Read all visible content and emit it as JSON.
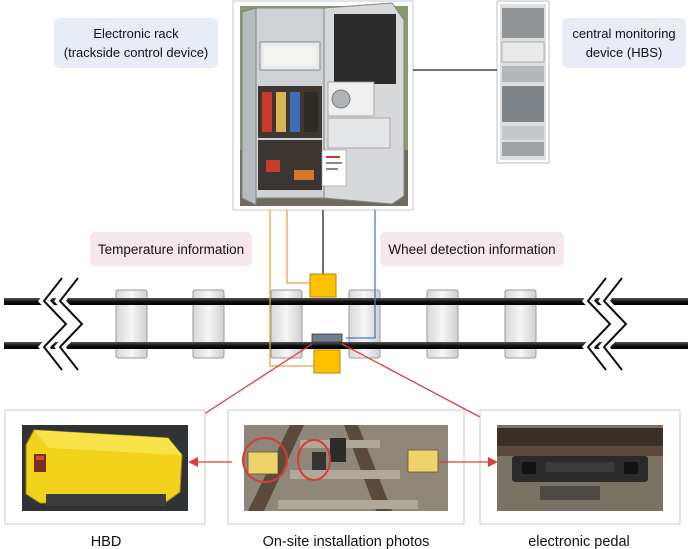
{
  "labels": {
    "electronic_rack_line1": "Electronic rack",
    "electronic_rack_line2": "(trackside control device)",
    "central_monitoring_line1": "central monitoring",
    "central_monitoring_line2": "device (HBS)",
    "temperature_information": "Temperature information",
    "wheel_detection_information": "Wheel detection information"
  },
  "photos": {
    "hbd": "HBD",
    "onsite": "On-site installation photos",
    "pedal": "electronic pedal"
  },
  "colors": {
    "label_box_blue": "#e7ecf6",
    "label_box_pink": "#f6e7ea",
    "sensor_yellow": "#ffc000",
    "orange_wire": "#f0a040",
    "blue_wire": "#4a7bbf",
    "arrow_red": "#d9403a",
    "rail_black": "#111111",
    "sleeper_gray": "#e6e6e6"
  },
  "icons": {
    "rail_break_left": "double-chevron-left-icon",
    "rail_break_right": "double-chevron-right-icon"
  }
}
